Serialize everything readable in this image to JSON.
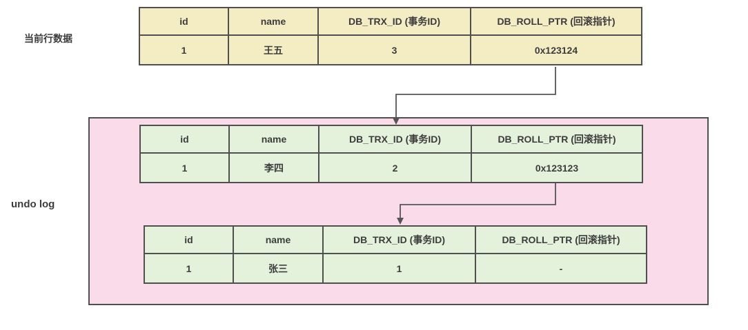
{
  "labels": {
    "current_row": "当前行数据",
    "undo_log": "undo log"
  },
  "table_headers": [
    "id",
    "name",
    "DB_TRX_ID (事务ID)",
    "DB_ROLL_PTR (回滚指针)"
  ],
  "tables": {
    "current_row": {
      "values": [
        "1",
        "王五",
        "3",
        "0x123124"
      ]
    },
    "undo_version_2": {
      "values": [
        "1",
        "李四",
        "2",
        "0x123123"
      ]
    },
    "undo_version_1": {
      "values": [
        "1",
        "张三",
        "1",
        "-"
      ]
    }
  },
  "colors": {
    "current_row_fill": "#f4ecc2",
    "undo_box_fill": "#fadbea",
    "undo_row_fill": "#e4f2dc",
    "border": "#4f4f4f",
    "arrow": "#555555",
    "text": "#3c3c3c",
    "bg": "#ffffff"
  }
}
